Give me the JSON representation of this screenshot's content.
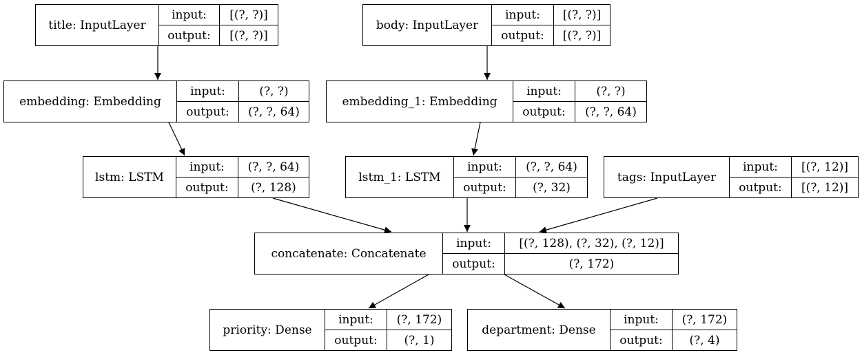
{
  "diagram": {
    "nodes": [
      {
        "id": "title",
        "name": "title: InputLayer",
        "input": "[(?, ?)]",
        "output": "[(?, ?)]"
      },
      {
        "id": "body",
        "name": "body: InputLayer",
        "input": "[(?, ?)]",
        "output": "[(?, ?)]"
      },
      {
        "id": "embedding",
        "name": "embedding: Embedding",
        "input": "(?, ?)",
        "output": "(?, ?, 64)"
      },
      {
        "id": "embedding_1",
        "name": "embedding_1: Embedding",
        "input": "(?, ?)",
        "output": "(?, ?, 64)"
      },
      {
        "id": "lstm",
        "name": "lstm: LSTM",
        "input": "(?, ?, 64)",
        "output": "(?, 128)"
      },
      {
        "id": "lstm_1",
        "name": "lstm_1: LSTM",
        "input": "(?, ?, 64)",
        "output": "(?, 32)"
      },
      {
        "id": "tags",
        "name": "tags: InputLayer",
        "input": "[(?, 12)]",
        "output": "[(?, 12)]"
      },
      {
        "id": "concatenate",
        "name": "concatenate: Concatenate",
        "input": "[(?, 128), (?, 32), (?, 12)]",
        "output": "(?, 172)"
      },
      {
        "id": "priority",
        "name": "priority: Dense",
        "input": "(?, 172)",
        "output": "(?, 1)"
      },
      {
        "id": "department",
        "name": "department: Dense",
        "input": "(?, 172)",
        "output": "(?, 4)"
      }
    ],
    "edges": [
      {
        "from": "title",
        "to": "embedding"
      },
      {
        "from": "body",
        "to": "embedding_1"
      },
      {
        "from": "embedding",
        "to": "lstm"
      },
      {
        "from": "embedding_1",
        "to": "lstm_1"
      },
      {
        "from": "lstm",
        "to": "concatenate"
      },
      {
        "from": "lstm_1",
        "to": "concatenate"
      },
      {
        "from": "tags",
        "to": "concatenate"
      },
      {
        "from": "concatenate",
        "to": "priority"
      },
      {
        "from": "concatenate",
        "to": "department"
      }
    ],
    "input_label": "input:",
    "output_label": "output:"
  }
}
